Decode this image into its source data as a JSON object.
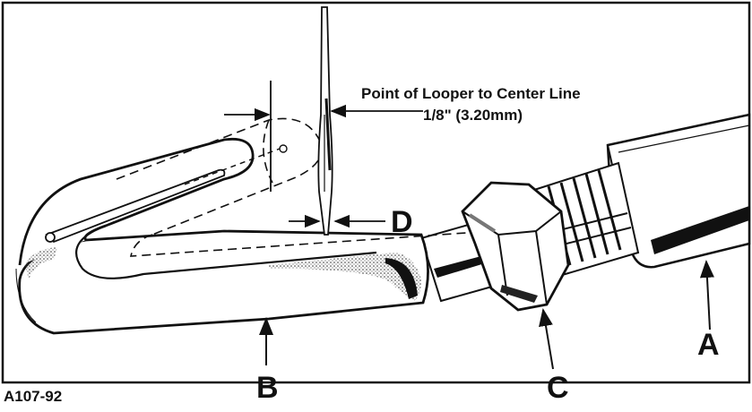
{
  "figure_id": "A107-92",
  "annotation": {
    "line1": "Point of Looper to Center Line",
    "line2": "1/8\" (3.20mm)"
  },
  "labels": {
    "a": "A",
    "b": "B",
    "c": "C",
    "d": "D"
  },
  "colors": {
    "ink": "#111111",
    "paper": "#ffffff",
    "shade": "#555555"
  }
}
